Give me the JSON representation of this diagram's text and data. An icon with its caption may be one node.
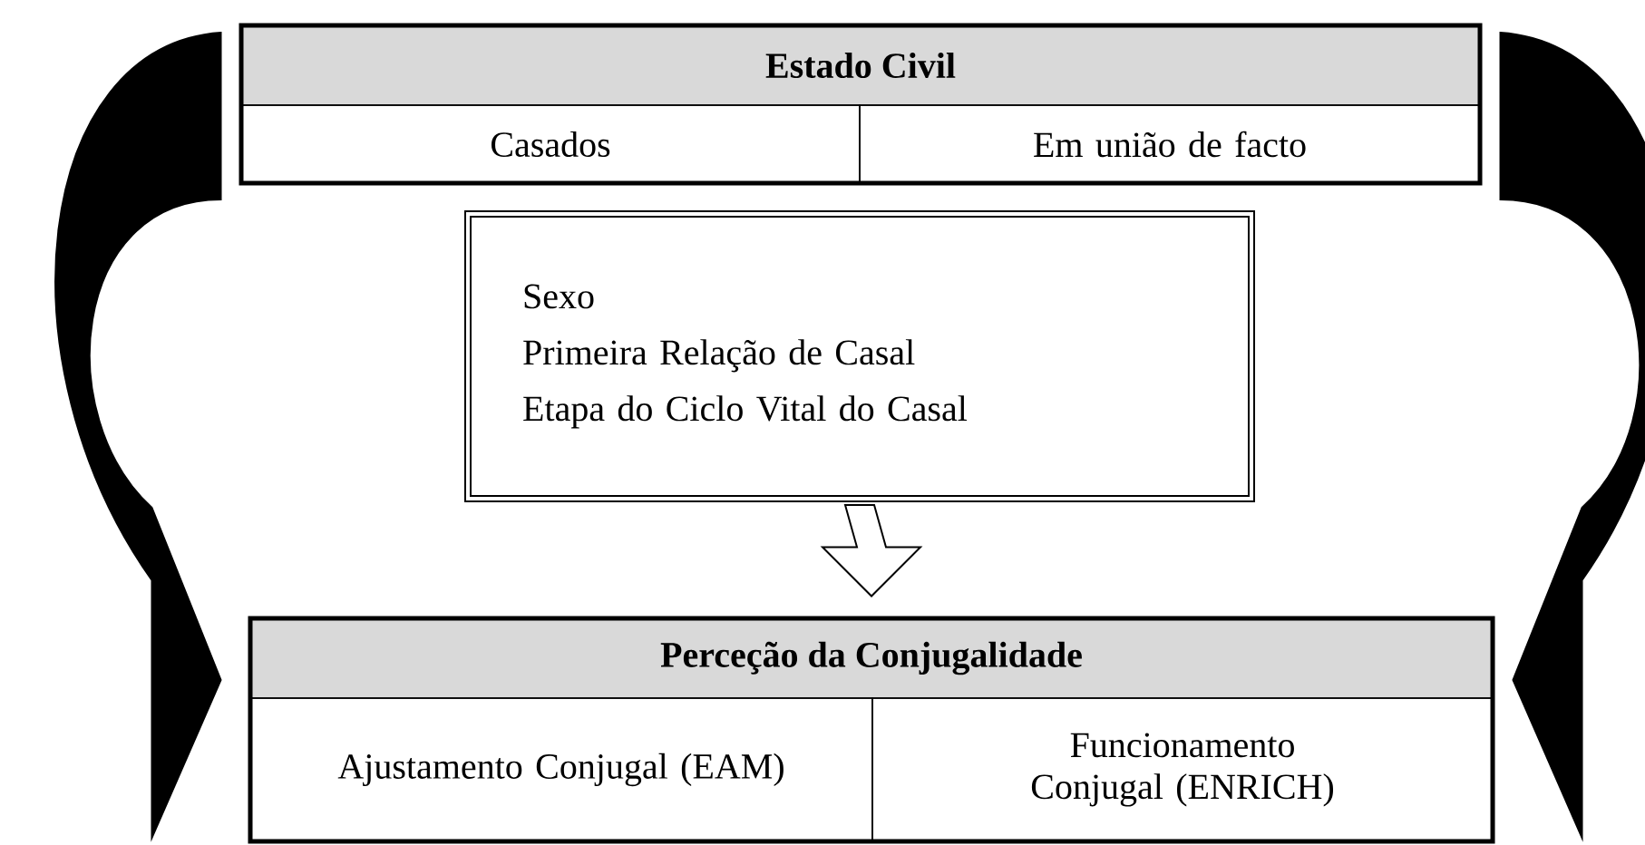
{
  "diagram": {
    "nodes": [
      {
        "text": [
          "Estado Civil"
        ]
      },
      {
        "text": [
          "Casados"
        ],
        "in": 0
      },
      {
        "text": [
          "Em união de facto"
        ],
        "in": 0
      },
      {
        "text": [
          "Sexo",
          "Primeira Relação de Casal",
          "Etapa do Ciclo Vital do Casal"
        ]
      },
      {
        "text": [
          "Perceção da Conjugalidade"
        ]
      },
      {
        "text": [
          "Ajustamento Conjugal (EAM)"
        ],
        "in": 4
      },
      {
        "text": [
          "Funcionamento Conjugal (ENRICH)"
        ],
        "in": 4
      }
    ],
    "edges": [
      {
        "from": 0,
        "to": 4,
        "arrow": "to",
        "style": "thick"
      },
      {
        "from": 0,
        "to": 4,
        "arrow": "to",
        "style": "thick"
      },
      {
        "from": 3,
        "to": 4,
        "arrow": "to"
      }
    ]
  }
}
